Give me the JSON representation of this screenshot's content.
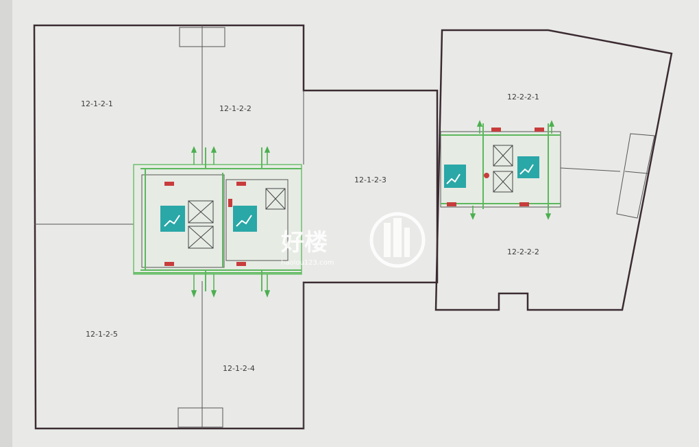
{
  "units": [
    {
      "id": "u-12-1-2-1",
      "label": "12-1-2-1"
    },
    {
      "id": "u-12-1-2-2",
      "label": "12-1-2-2"
    },
    {
      "id": "u-12-1-2-3",
      "label": "12-1-2-3"
    },
    {
      "id": "u-12-1-2-4",
      "label": "12-1-2-4"
    },
    {
      "id": "u-12-1-2-5",
      "label": "12-1-2-5"
    },
    {
      "id": "u-12-2-2-1",
      "label": "12-2-2-1"
    },
    {
      "id": "u-12-2-2-2",
      "label": "12-2-2-2"
    }
  ],
  "watermark": {
    "brand": "好楼",
    "url": "haolou123.com"
  },
  "colors": {
    "background": "#e9eae7",
    "wall": "#3b2b32",
    "partition": "#555555",
    "core_green": "#5cb85c",
    "stair_teal": "#2aa7a7",
    "marker_red": "#c83c3c"
  }
}
